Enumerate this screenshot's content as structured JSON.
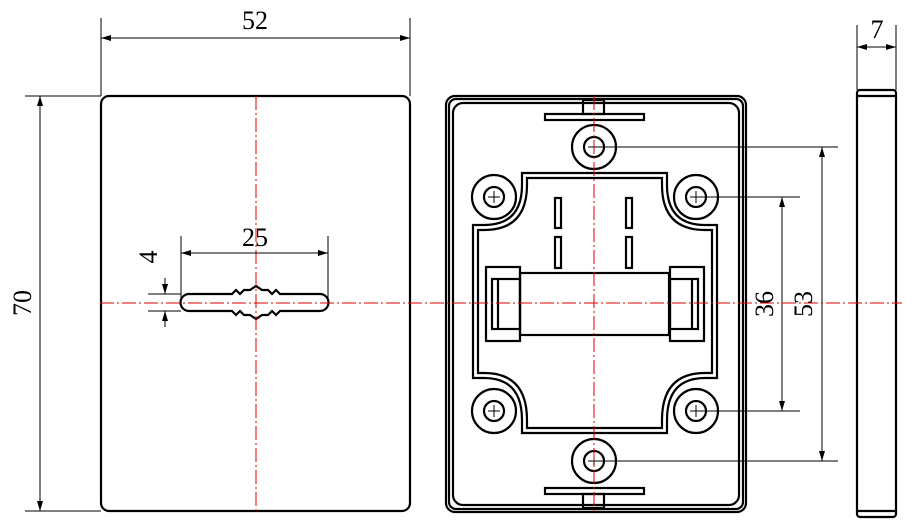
{
  "drawing": {
    "line_color": "#000000",
    "centerline_color": "#e00000",
    "front_view": {
      "width_label": "52",
      "height_label": "70",
      "slot_length_label": "25",
      "slot_width_label": "4"
    },
    "back_view": {
      "inner_hole_spacing_label": "36",
      "outer_hole_spacing_label": "53"
    },
    "side_view": {
      "thickness_label": "7"
    }
  }
}
